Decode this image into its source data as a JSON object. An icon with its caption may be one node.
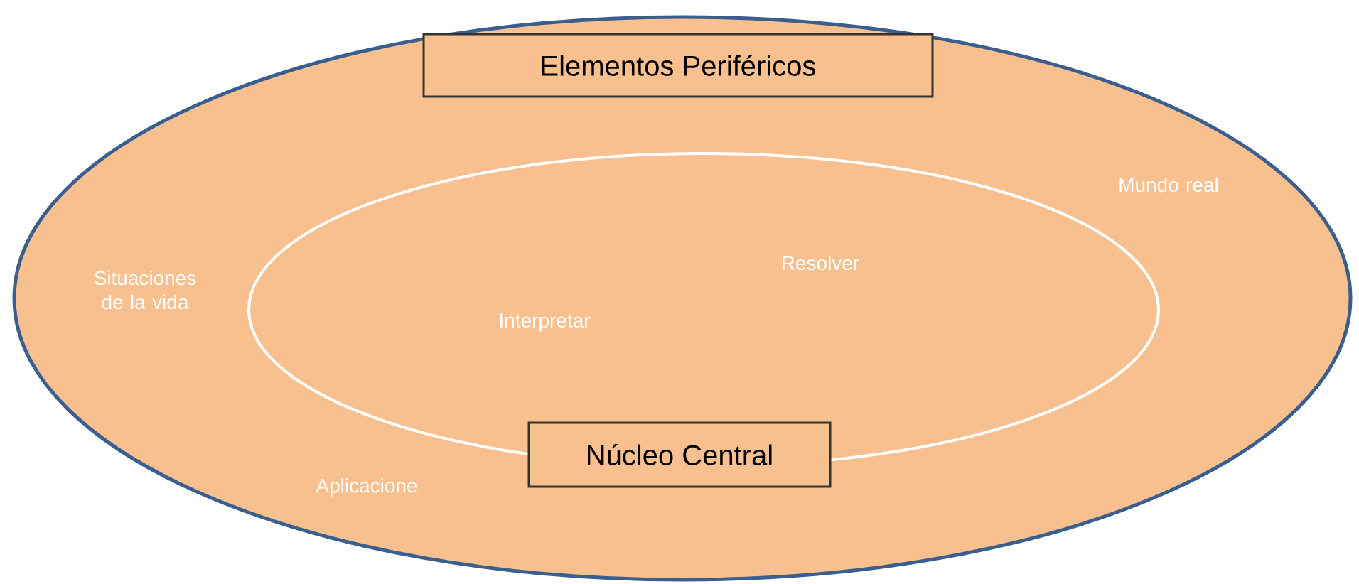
{
  "diagram": {
    "nodes": [
      {
        "text": [
          "Situaciones de la vida",
          "Mundo real",
          "Aplicacione"
        ]
      },
      {
        "text": [
          "Elementos Periféricos"
        ],
        "in": 0
      },
      {
        "text": [
          "Resolver",
          "Interpretar"
        ],
        "in": 0
      },
      {
        "text": [
          "Núcleo Central"
        ],
        "in": 0
      }
    ]
  }
}
